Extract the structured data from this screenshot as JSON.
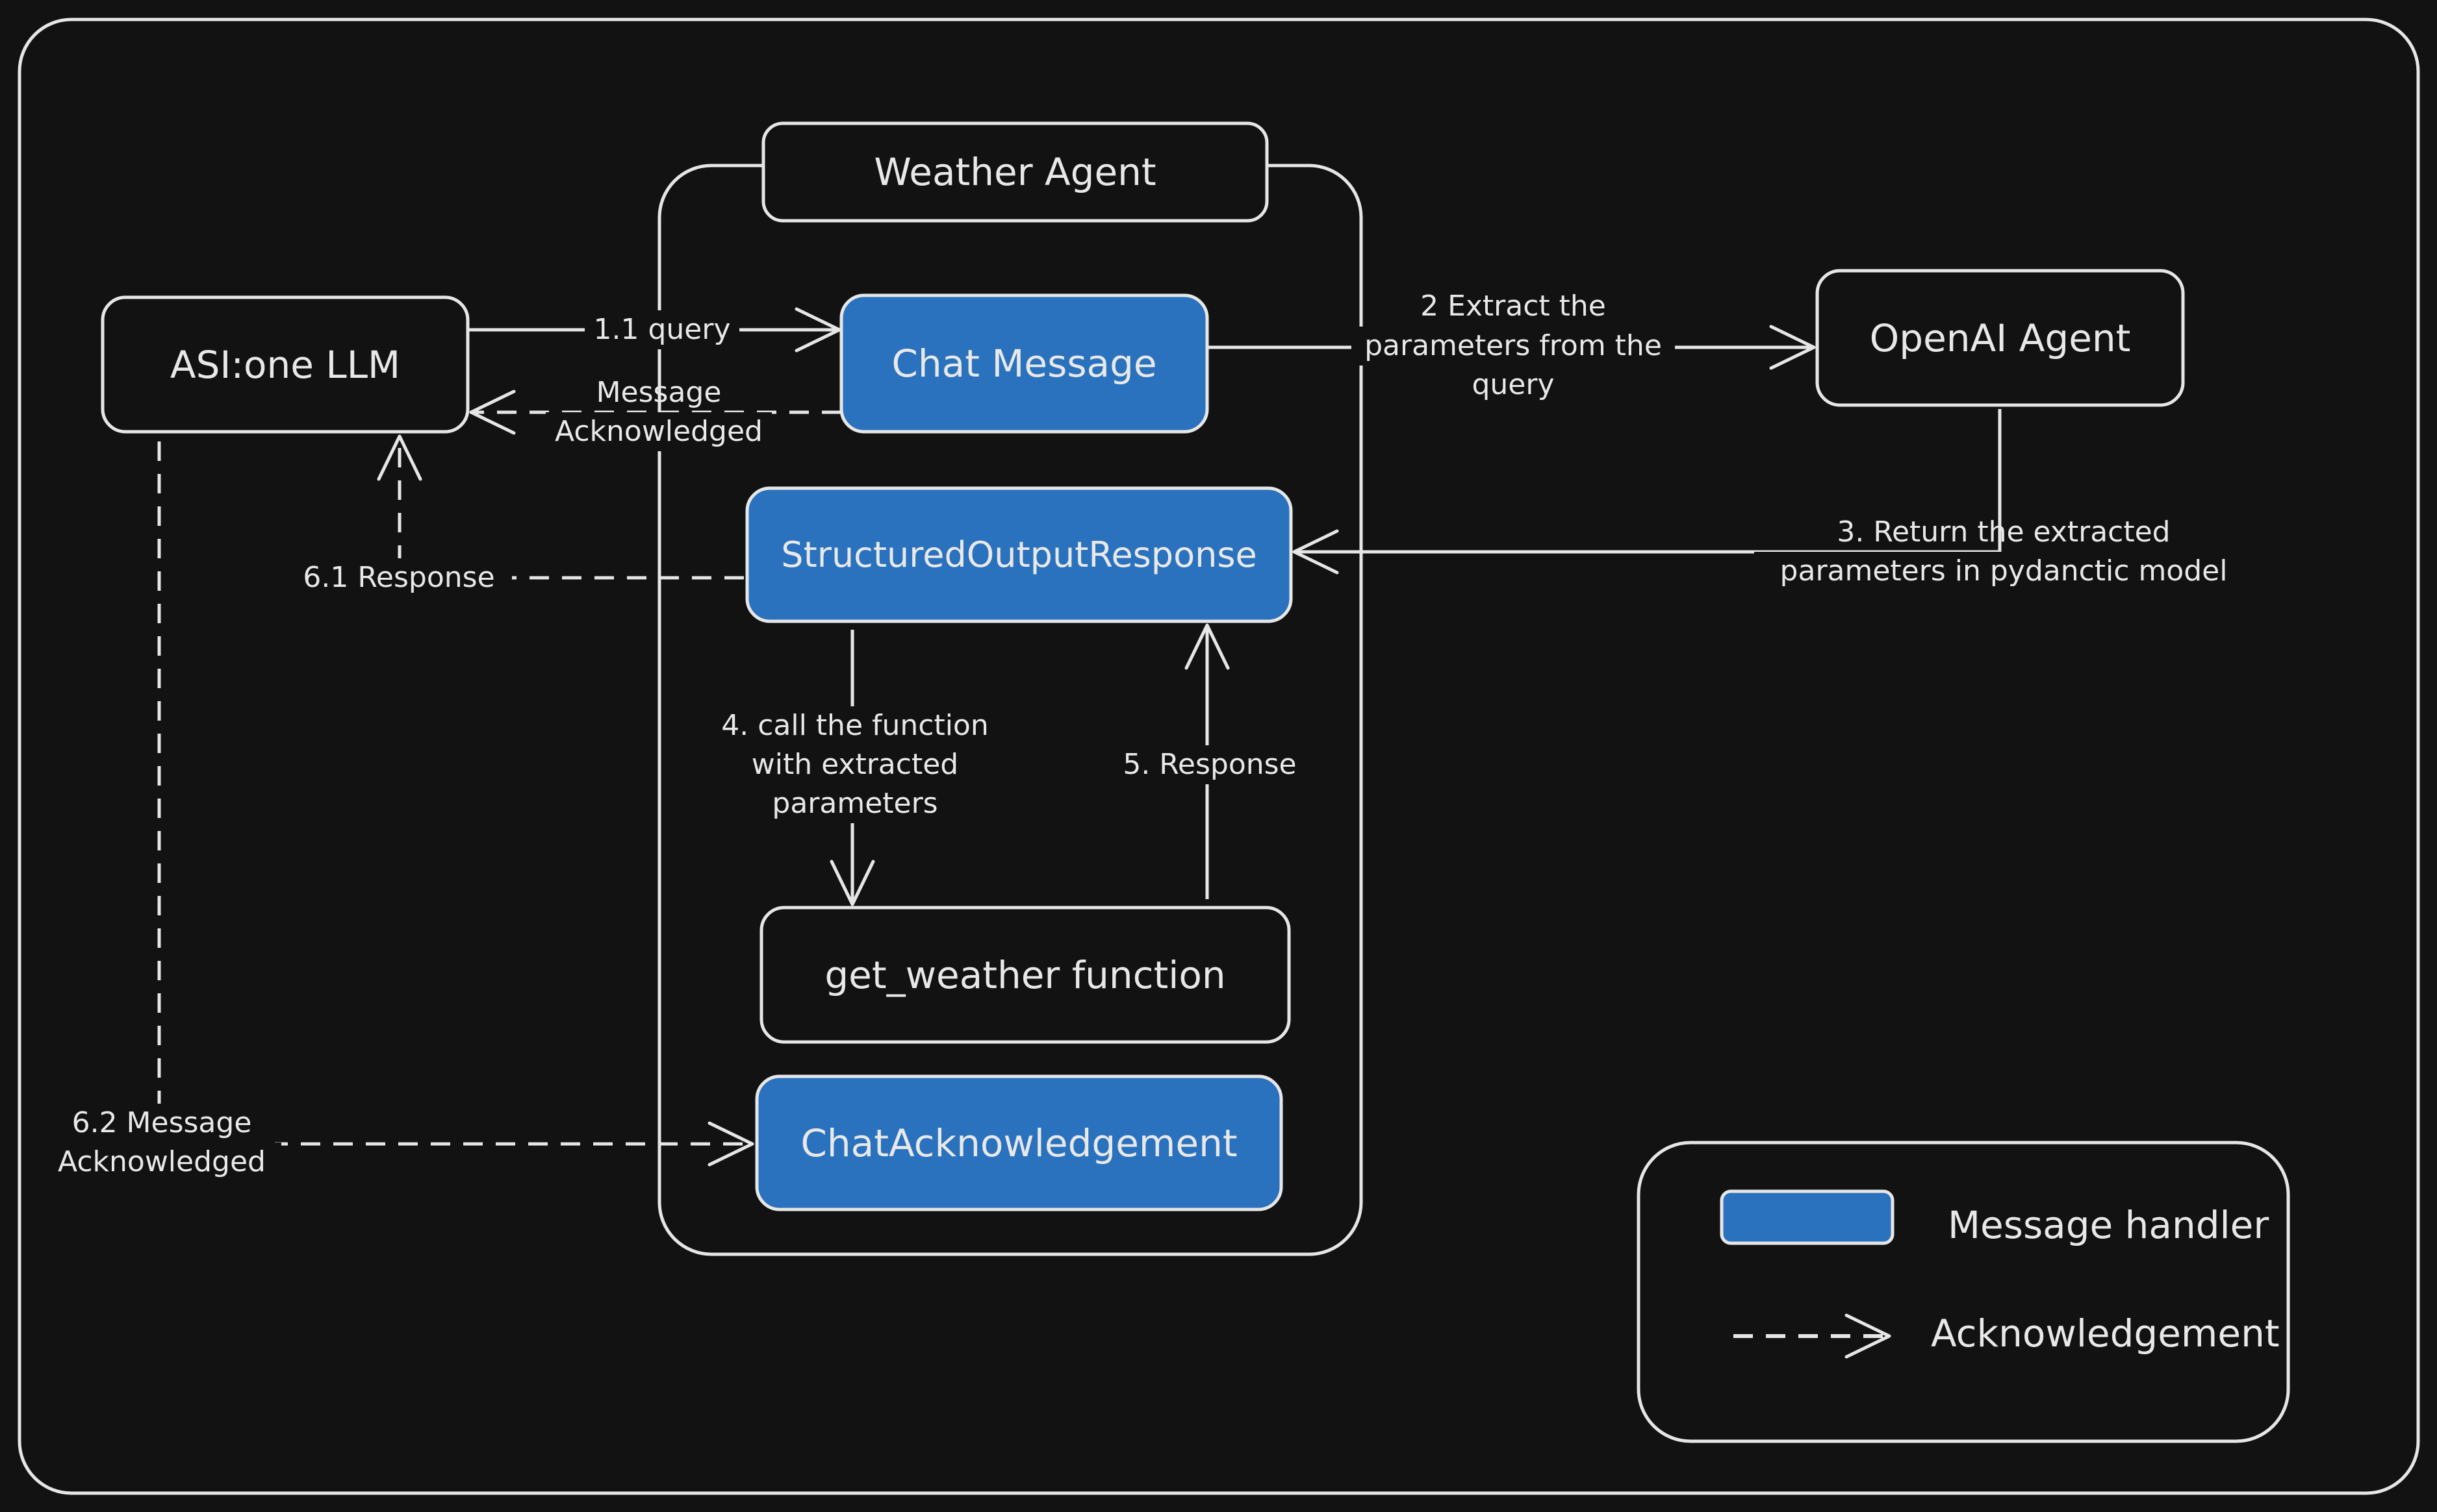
{
  "container": {
    "title": "Weather Agent"
  },
  "nodes": {
    "asi_one": "ASI:one LLM",
    "chat_message": "Chat Message",
    "openai_agent": "OpenAI Agent",
    "structured_output": "StructuredOutputResponse",
    "get_weather": "get_weather function",
    "chat_ack": "ChatAcknowledgement"
  },
  "edges": {
    "e1_1": "1.1 query",
    "e_msg_ack_line1": "Message",
    "e_msg_ack_line2": "Acknowledged",
    "e2_line1": "2 Extract the",
    "e2_line2": "parameters from the",
    "e2_line3": "query",
    "e3_line1": "3. Return the extracted",
    "e3_line2": "parameters in pydanctic model",
    "e4_line1": "4. call the function",
    "e4_line2": "with extracted",
    "e4_line3": "parameters",
    "e5": "5. Response",
    "e6_1": "6.1 Response",
    "e6_2_line1": "6.2 Message",
    "e6_2_line2": "Acknowledged"
  },
  "legend": {
    "handler_label": "Message handler",
    "ack_label": "Acknowledgement"
  },
  "colors": {
    "background": "#121212",
    "stroke": "#e6e6e6",
    "handler_fill": "#2a72bd",
    "text": "#e8e8e8"
  }
}
